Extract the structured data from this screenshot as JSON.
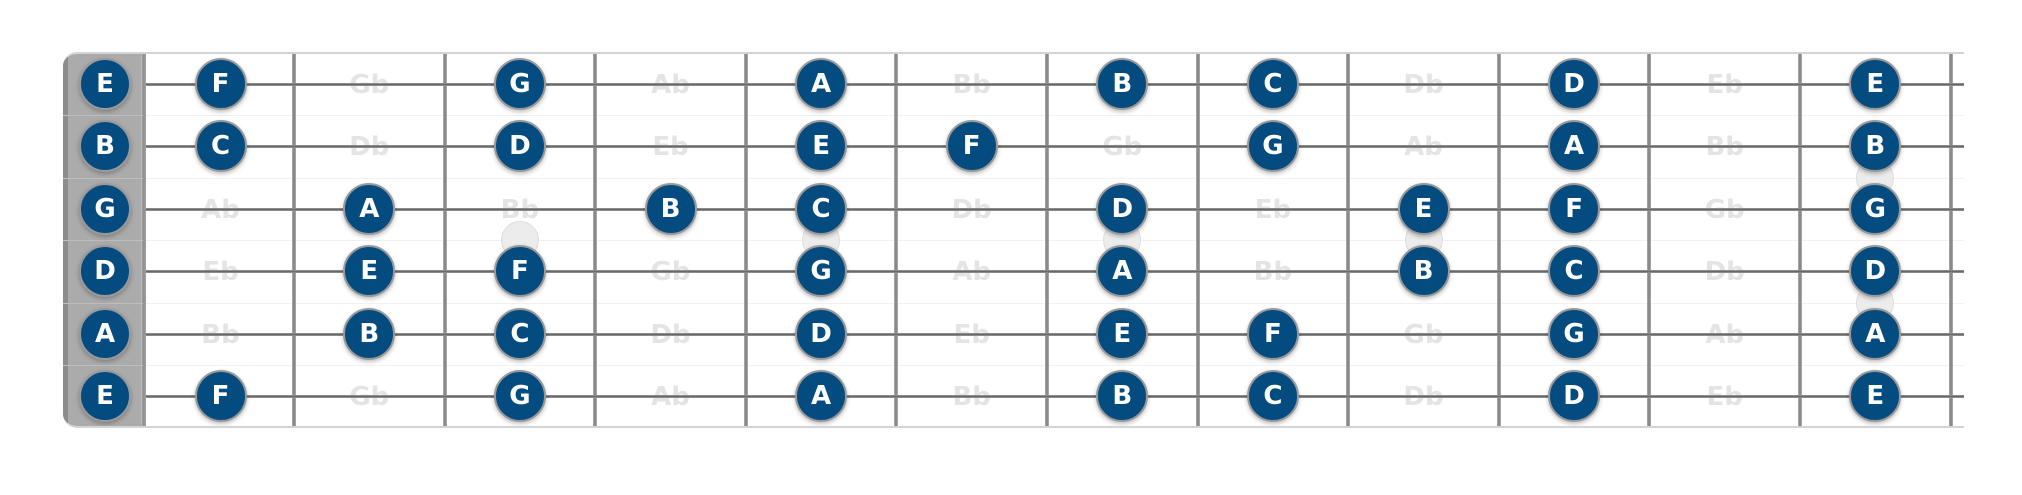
{
  "fretboard": {
    "title": "",
    "note_color": "#044c7f",
    "ghost_color": "#e4e4e4",
    "nut_color": "#ababab",
    "fret_count": 12,
    "inlays": [
      {
        "fret": 3,
        "type": "single"
      },
      {
        "fret": 5,
        "type": "single"
      },
      {
        "fret": 7,
        "type": "single"
      },
      {
        "fret": 9,
        "type": "single"
      },
      {
        "fret": 12,
        "type": "double"
      }
    ],
    "strings": [
      {
        "name": "E",
        "notes": [
          "E",
          "F",
          "Gb",
          "G",
          "Ab",
          "A",
          "Bb",
          "B",
          "C",
          "Db",
          "D",
          "Eb",
          "E"
        ]
      },
      {
        "name": "B",
        "notes": [
          "B",
          "C",
          "Db",
          "D",
          "Eb",
          "E",
          "F",
          "Gb",
          "G",
          "Ab",
          "A",
          "Bb",
          "B"
        ]
      },
      {
        "name": "G",
        "notes": [
          "G",
          "Ab",
          "A",
          "Bb",
          "B",
          "C",
          "Db",
          "D",
          "Eb",
          "E",
          "F",
          "Gb",
          "G"
        ]
      },
      {
        "name": "D",
        "notes": [
          "D",
          "Eb",
          "E",
          "F",
          "Gb",
          "G",
          "Ab",
          "A",
          "Bb",
          "B",
          "C",
          "Db",
          "D"
        ]
      },
      {
        "name": "A",
        "notes": [
          "A",
          "Bb",
          "B",
          "C",
          "Db",
          "D",
          "Eb",
          "E",
          "F",
          "Gb",
          "G",
          "Ab",
          "A"
        ]
      },
      {
        "name": "E",
        "notes": [
          "E",
          "F",
          "Gb",
          "G",
          "Ab",
          "A",
          "Bb",
          "B",
          "C",
          "Db",
          "D",
          "Eb",
          "E"
        ]
      }
    ],
    "highlighted_notes": [
      "A",
      "B",
      "C",
      "D",
      "E",
      "F",
      "G"
    ]
  }
}
